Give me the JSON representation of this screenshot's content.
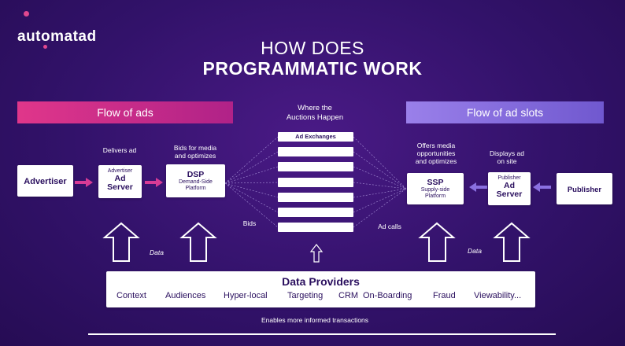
{
  "logo": {
    "text": "automatad"
  },
  "title": {
    "line1": "HOW DOES",
    "line2": "PROGRAMMATIC WORK"
  },
  "bands": {
    "left": "Flow of ads",
    "right": "Flow of ad slots"
  },
  "auction": {
    "line1": "Where the",
    "line2": "Auctions Happen",
    "first_label": "Ad Exchanges"
  },
  "left_flow": {
    "advertiser": "Advertiser",
    "adserver_caption": "Delivers ad",
    "adserver_small": "Advertiser",
    "adserver_big1": "Ad",
    "adserver_big2": "Server",
    "dsp_caption1": "Bids for media",
    "dsp_caption2": "and optimizes",
    "dsp_title": "DSP",
    "dsp_sub1": "Demand-Side",
    "dsp_sub2": "Platform",
    "bids": "Bids",
    "data": "Data"
  },
  "right_flow": {
    "ssp_caption1": "Offers media",
    "ssp_caption2": "opportunities",
    "ssp_caption3": "and optimizes",
    "ssp_title": "SSP",
    "ssp_sub1": "Supply-side",
    "ssp_sub2": "Platform",
    "adserver_caption1": "Displays ad",
    "adserver_caption2": "on site",
    "adserver_small": "Publisher",
    "adserver_big1": "Ad",
    "adserver_big2": "Server",
    "publisher": "Publisher",
    "adcalls": "Ad calls",
    "data": "Data"
  },
  "data_providers": {
    "title": "Data Providers",
    "items": [
      "Context",
      "Audiences",
      "Hyper-local",
      "Targeting",
      "CRM",
      "On-Boarding",
      "Fraud",
      "Viewability..."
    ],
    "caption": "Enables more informed transactions"
  },
  "colors": {
    "background": "#32126a",
    "pink": "#e0368a",
    "lavender": "#8a70e0",
    "box_text": "#2a0f5e"
  }
}
